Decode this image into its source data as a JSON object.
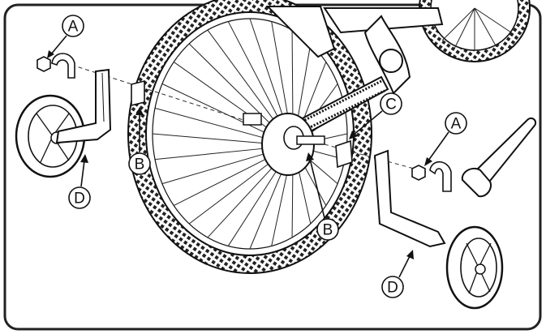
{
  "diagram": {
    "labels": {
      "hardware_nut_left": "A",
      "hardware_nut_right": "A",
      "washer_left": "B",
      "washer_center": "B",
      "axle_adapter": "C",
      "stabilizer_left": "D",
      "stabilizer_right": "D"
    },
    "colors": {
      "stroke": "#111111",
      "background": "#ffffff",
      "frame": "#222222"
    }
  }
}
